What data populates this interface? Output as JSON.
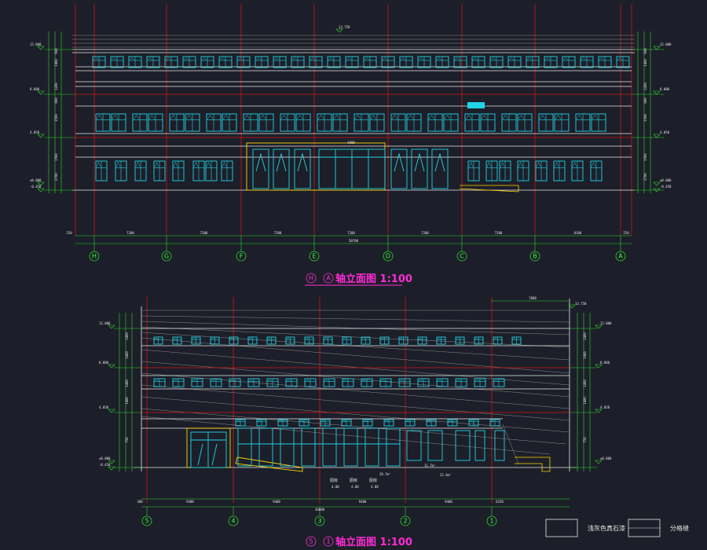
{
  "colors": {
    "background": "#1c1f29",
    "grid": "#d01414",
    "dim": "#2fd62f",
    "window": "#22d3e6",
    "wall": "#e9e9e9",
    "title": "#ff2bd6",
    "text": "#e6e6e6",
    "accent": "#ffd400",
    "roofline": "#8a8a8a"
  },
  "elevation1": {
    "title": "轴立面图 1:100",
    "axis_start": "H",
    "axis_end": "A",
    "axes": [
      "H",
      "G",
      "F",
      "E",
      "D",
      "C",
      "B",
      "A"
    ],
    "bay_dims": [
      "7200",
      "7200",
      "7200",
      "7200",
      "7200",
      "7200",
      "8100"
    ],
    "total_dim": "50700",
    "edge_dims": [
      "250",
      "250"
    ],
    "levels_left": [
      "12.000",
      "8.800",
      "4.050",
      "±0.000",
      "-0.450"
    ],
    "levels_right": [
      "12.000",
      "8.800",
      "4.050",
      "±0.000",
      "-0.450"
    ],
    "top_level": "13.750",
    "row_dims": [
      "600",
      "1400",
      "1200",
      "800",
      "1500",
      "1500",
      "2700"
    ],
    "door_dim": "4800"
  },
  "elevation2": {
    "title": "轴立面图 1:100",
    "axis_start": "5",
    "axis_end": "1",
    "axes": [
      "5",
      "4",
      "3",
      "2",
      "1"
    ],
    "bay_dims": [
      "9400",
      "9400",
      "9400",
      "9400"
    ],
    "edge_dims": [
      "300",
      "6250"
    ],
    "total_dim": "36600",
    "top_dim": "7800",
    "levels_left": [
      "12.000",
      "8.800",
      "4.050",
      "±0.000",
      "-0.450"
    ],
    "levels_right": [
      "12.000",
      "8.800",
      "4.050",
      "±0.000"
    ],
    "top_level": "13.750",
    "room_labels": [
      "厨房",
      "厨房",
      "厨房"
    ],
    "room_values": [
      "4.00",
      "4.00",
      "4.00"
    ],
    "area_notes": [
      "20.7m²",
      "22.4m²",
      "11.7m²"
    ],
    "row_dims": [
      "1400",
      "1400",
      "1400",
      "1400",
      "750"
    ]
  },
  "legend": {
    "item1": "浅灰色真石漆",
    "item2": "分格缝"
  }
}
